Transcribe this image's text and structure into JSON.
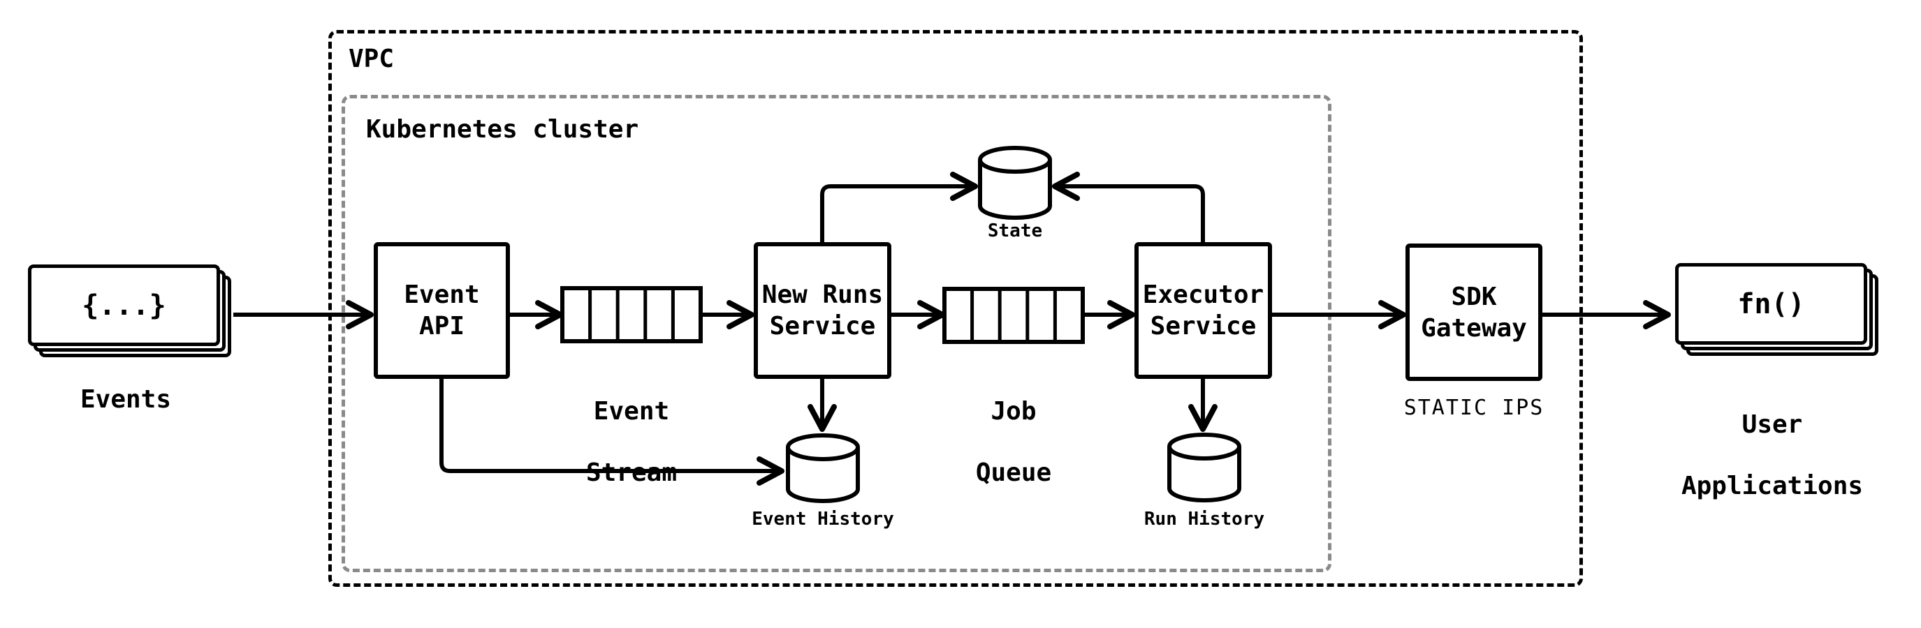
{
  "colors": {
    "background": "#ffffff",
    "line": "#000000",
    "cluster_border": "#8a8a8a"
  },
  "groups": {
    "vpc": {
      "label": "VPC"
    },
    "kubernetes": {
      "label": "Kubernetes cluster"
    }
  },
  "nodes": {
    "events": {
      "code": "{...}",
      "caption": "Events"
    },
    "event_api": {
      "line1": "Event",
      "line2": "API"
    },
    "event_stream": {
      "caption_line1": "Event",
      "caption_line2": "Stream"
    },
    "new_runs_service": {
      "line1": "New Runs",
      "line2": "Service"
    },
    "job_queue": {
      "caption_line1": "Job",
      "caption_line2": "Queue"
    },
    "executor_service": {
      "line1": "Executor",
      "line2": "Service"
    },
    "sdk_gateway": {
      "line1": "SDK",
      "line2": "Gateway",
      "sublabel": "STATIC IPS"
    },
    "user_applications": {
      "code": "fn()",
      "caption_line1": "User",
      "caption_line2": "Applications"
    },
    "state_db": {
      "label": "State"
    },
    "event_history_db": {
      "label": "Event History"
    },
    "run_history_db": {
      "label": "Run History"
    }
  }
}
